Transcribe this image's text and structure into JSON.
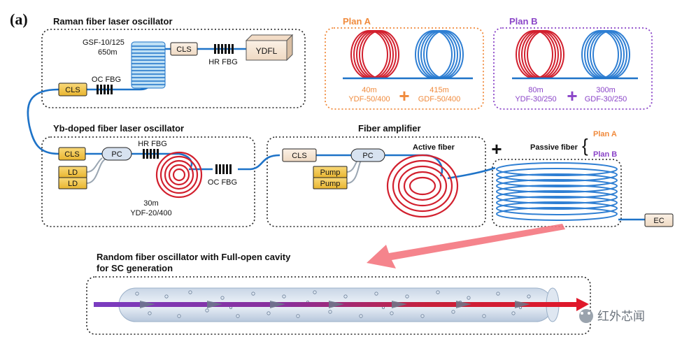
{
  "figure_label": "(a)",
  "colors": {
    "fiber": "#1e73c8",
    "gain_coil": "#d2202e",
    "passive_coil": "#2f7fd3",
    "plan_a": "#f08a3c",
    "plan_b": "#8a44c8",
    "box_fill": "#f6e7d8",
    "yellow_fill": "#f5c84b",
    "pc_fill": "#d7e2f0",
    "arrow": "#f4777f"
  },
  "raman": {
    "title": "Raman fiber laser oscillator",
    "fiber_label_1": "GSF-10/125",
    "fiber_label_2": "650m",
    "cls_top": "CLS",
    "hr_fbg": "HR FBG",
    "ydfl": "YDFL",
    "oc_fbg": "OC FBG",
    "cls_left": "CLS"
  },
  "plan_a": {
    "title": "Plan A",
    "gain_length": "40m",
    "gain_type": "YDF-50/400",
    "passive_length": "415m",
    "passive_type": "GDF-50/400",
    "plus": "+"
  },
  "plan_b": {
    "title": "Plan B",
    "gain_length": "80m",
    "gain_type": "YDF-30/250",
    "passive_length": "300m",
    "passive_type": "GDF-30/250",
    "plus": "+"
  },
  "yb": {
    "title": "Yb-doped fiber laser oscillator",
    "cls": "CLS",
    "pc": "PC",
    "hr_fbg": "HR FBG",
    "ld_1": "LD",
    "ld_2": "LD",
    "coil_length": "30m",
    "coil_type": "YDF-20/400",
    "oc_fbg": "OC FBG"
  },
  "amp": {
    "title": "Fiber amplifier",
    "cls": "CLS",
    "pc": "PC",
    "active_fiber": "Active fiber",
    "pump_1": "Pump",
    "pump_2": "Pump"
  },
  "passive": {
    "plus": "+",
    "label": "Passive fiber",
    "plan_a": "Plan A",
    "plan_b": "Plan B",
    "ec": "EC"
  },
  "random": {
    "title_1": "Random fiber oscillator with Full-open cavity",
    "title_2": "for SC generation"
  },
  "watermark": {
    "text": "红外芯闻"
  }
}
